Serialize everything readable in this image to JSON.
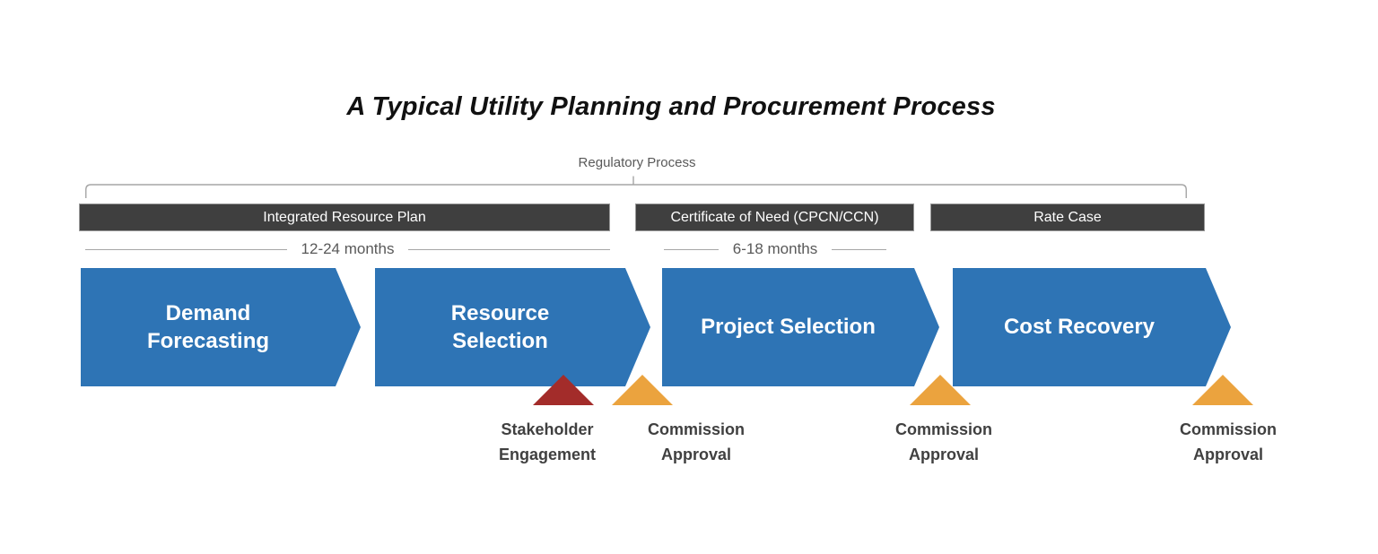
{
  "title": "A Typical Utility Planning and Procurement Process",
  "regulatory": {
    "label": "Regulatory Process"
  },
  "phase_bars": [
    {
      "label": "Integrated Resource Plan",
      "duration": "12-24 months"
    },
    {
      "label": "Certificate of Need (CPCN/CCN)",
      "duration": "6-18 months"
    },
    {
      "label": "Rate Case",
      "duration": ""
    }
  ],
  "process_steps": [
    {
      "label": "Demand\nForecasting"
    },
    {
      "label": "Resource\nSelection"
    },
    {
      "label": "Project Selection"
    },
    {
      "label": "Cost Recovery"
    }
  ],
  "milestones": [
    {
      "label": "Stakeholder\nEngagement",
      "marker": "triangle",
      "marker_color": "#A32C2A"
    },
    {
      "label": "Commission\nApproval",
      "marker": "triangle",
      "marker_color": "#EBA33E"
    },
    {
      "label": "Commission\nApproval",
      "marker": "triangle",
      "marker_color": "#EBA33E"
    },
    {
      "label": "Commission\nApproval",
      "marker": "triangle",
      "marker_color": "#EBA33E"
    }
  ],
  "colors": {
    "step_arrow": "#2E74B5",
    "phase_bar": "#3F3F3F",
    "stakeholder_marker": "#A32C2A",
    "commission_marker": "#EBA33E",
    "muted_text": "#595959",
    "milestone_text": "#404040",
    "bracket_line": "#A6A6A6"
  }
}
